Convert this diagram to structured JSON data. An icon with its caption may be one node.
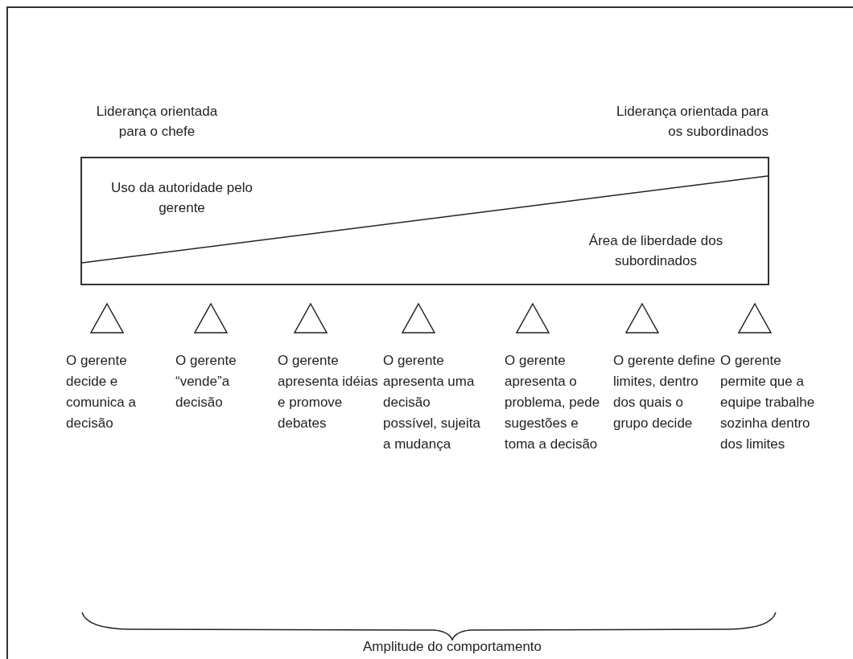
{
  "diagram": {
    "nodes": [
      {
        "text": [
          "Uso da autoridade pelo gerente",
          "Área de liberdade dos subordinados"
        ]
      },
      {
        "text": [],
        "shape": "triangle",
        "beside": [
          "O gerente decide e comunica a decisão"
        ]
      },
      {
        "text": [],
        "shape": "triangle",
        "beside": [
          "O gerente “vende”a decisão"
        ]
      },
      {
        "text": [],
        "shape": "triangle",
        "beside": [
          "O gerente apresenta idéias e promove debates"
        ]
      },
      {
        "text": [],
        "shape": "triangle",
        "beside": [
          "O gerente apresenta uma decisão possível, sujeita a mudança"
        ]
      },
      {
        "text": [],
        "shape": "triangle",
        "beside": [
          "O gerente apresenta o problema, pede sugestões e toma a decisão"
        ]
      },
      {
        "text": [],
        "shape": "triangle",
        "beside": [
          "O gerente define limites, dentro dos quais o grupo decide"
        ]
      },
      {
        "text": [],
        "shape": "triangle",
        "beside": [
          "O gerente permite que a equipe trabalhe sozinha dentro dos limites"
        ]
      }
    ],
    "labels": [
      "Liderança orientada para o chefe",
      "Liderança orientada para os subordinados",
      "Amplitude do comportamento"
    ]
  }
}
